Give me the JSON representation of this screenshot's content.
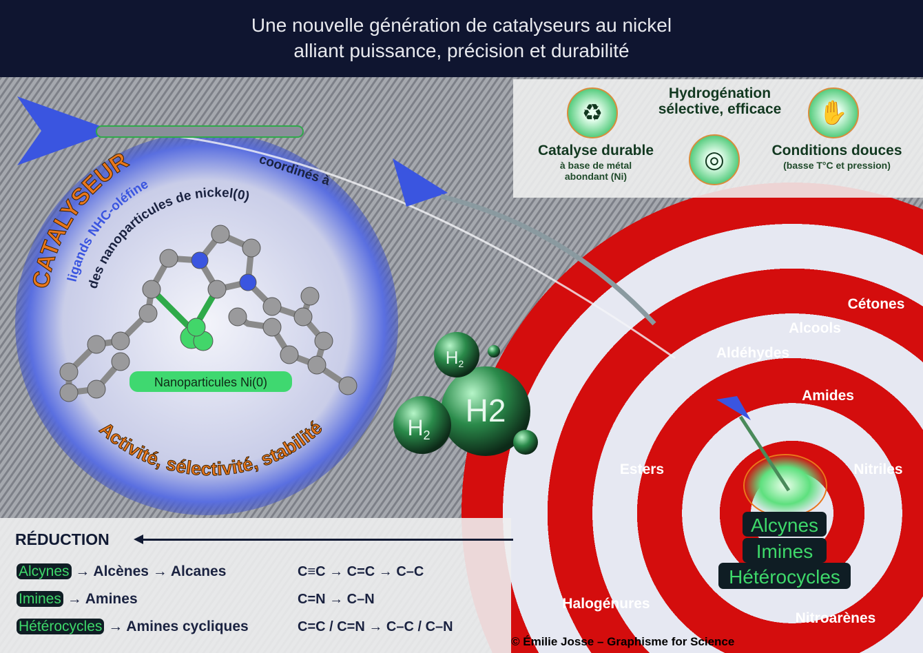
{
  "header": {
    "title_line1": "Une nouvelle génération de catalyseurs au nickel",
    "title_line2": "alliant puissance, précision et durabilité"
  },
  "features": {
    "center_title": "Hydrogénation sélective, efficace",
    "left_title": "Catalyse durable",
    "left_sub_line1": "à base de métal",
    "left_sub_line2": "abondant (Ni)",
    "right_title": "Conditions douces",
    "right_sub": "(basse T°C et pression)",
    "icons": [
      "recycle-shield-icon",
      "target-icon",
      "hand-leaf-icon"
    ]
  },
  "catalyst": {
    "title": "CATALYSEUR",
    "ligands": "ligands NHC-oléfine",
    "coordinated": "coordinés à",
    "nanoparticles_of": "des nanoparticules de nickel(0)",
    "np_label": "Nanoparticules Ni(0)",
    "properties": "Activité, sélectivité, stabilité"
  },
  "hydrogen": {
    "big": "H2",
    "label": "H",
    "sub": "2"
  },
  "target": {
    "labels": [
      "Cétones",
      "Alcools",
      "Aldéhydes",
      "Amides",
      "Esters",
      "Nitriles",
      "Halogénures",
      "Nitroarènes"
    ],
    "center": [
      "Alcynes",
      "Imines",
      "Hétérocycles"
    ]
  },
  "reduction": {
    "title": "RÉDUCTION",
    "rows": [
      {
        "substrate": "Alcynes",
        "products": "→ Alcènes → Alcanes",
        "formula": "C≡C → C=C → C–C"
      },
      {
        "substrate": "Imines",
        "products": "→ Amines",
        "formula": "C=N → C–N"
      },
      {
        "substrate": "Hétérocycles",
        "products": "→ Amines cycliques",
        "formula": "C=C / C=N → C–C / C–N"
      }
    ]
  },
  "copyright": "© Émilie Josse – Graphisme for Science",
  "colors": {
    "navy": "#0f1530",
    "red": "#d40d0d",
    "green": "#3ed86a",
    "orange": "#e8771c",
    "blue": "#3a55e0"
  }
}
